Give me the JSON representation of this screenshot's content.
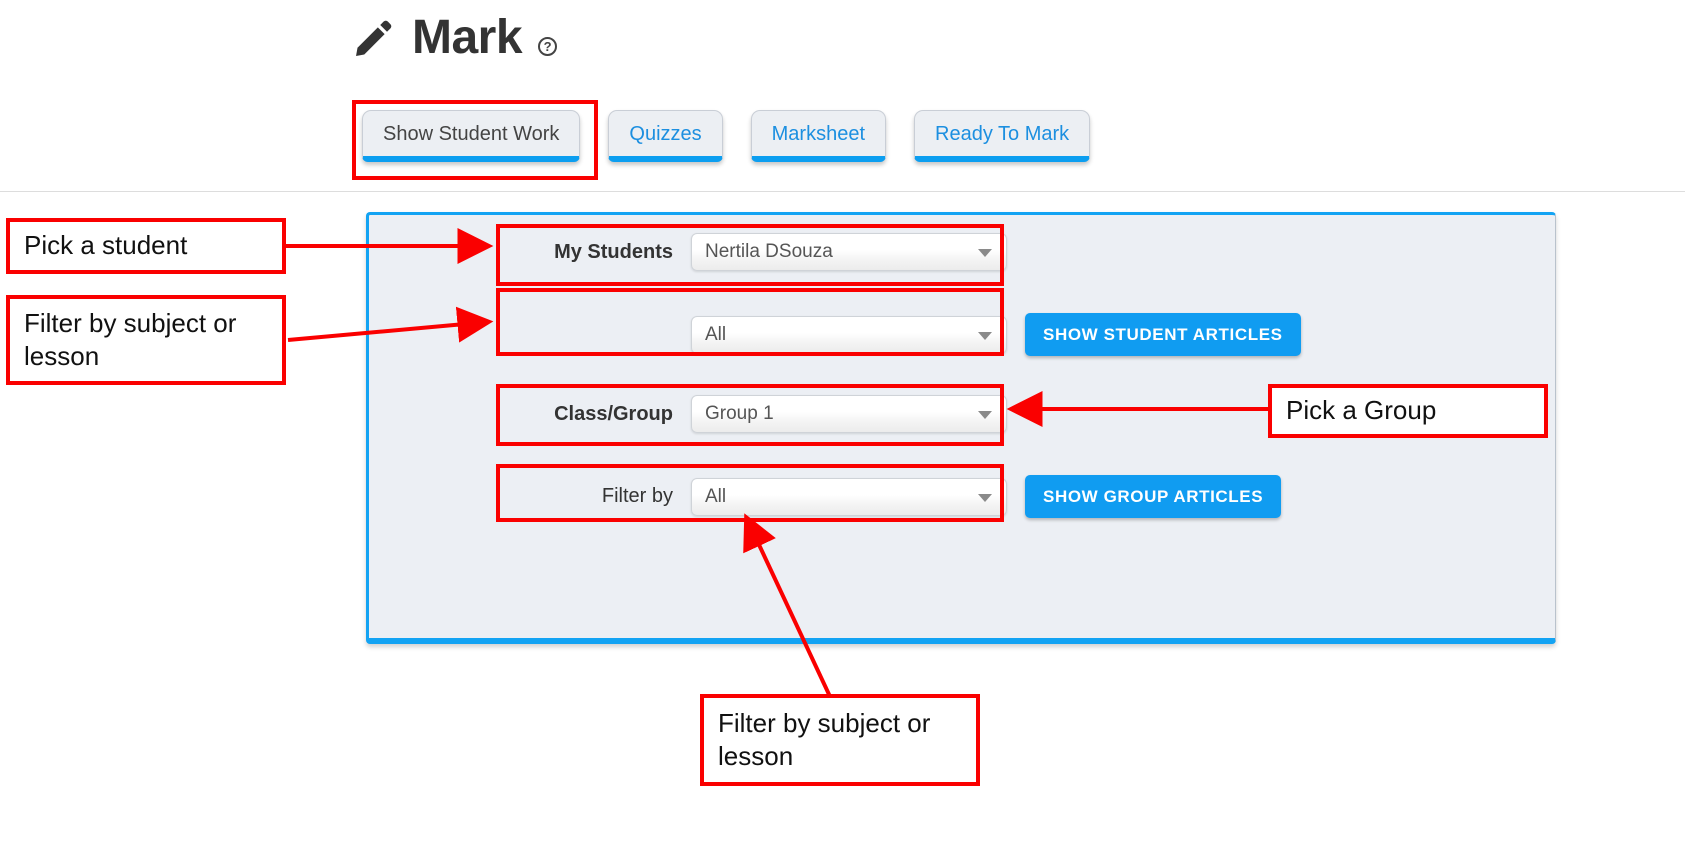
{
  "header": {
    "title": "Mark",
    "pencil_icon": "pencil-icon",
    "help_icon": "?"
  },
  "tabs": [
    {
      "label": "Show Student Work",
      "active": true
    },
    {
      "label": "Quizzes",
      "active": false
    },
    {
      "label": "Marksheet",
      "active": false
    },
    {
      "label": "Ready To Mark",
      "active": false
    }
  ],
  "form": {
    "rows": [
      {
        "label": "My Students",
        "bold": true,
        "value": "Nertila DSouza",
        "button": null
      },
      {
        "label": "",
        "bold": false,
        "value": "All",
        "button": "SHOW STUDENT ARTICLES"
      },
      {
        "label": "Class/Group",
        "bold": true,
        "value": "Group 1",
        "button": null
      },
      {
        "label": "Filter by",
        "bold": false,
        "value": "All",
        "button": "SHOW GROUP ARTICLES"
      }
    ]
  },
  "annotations": [
    {
      "id": "pick-a-student",
      "text": "Pick a student"
    },
    {
      "id": "filter-by-subject-left",
      "text": "Filter by subject or lesson"
    },
    {
      "id": "pick-a-group",
      "text": "Pick a Group"
    },
    {
      "id": "filter-by-subject-bottom",
      "text": "Filter by subject or lesson"
    }
  ],
  "colors": {
    "accent_blue": "#109cf1",
    "tab_underline": "#0c9ef0",
    "annotation_red": "#fa0000",
    "panel_bg": "#eceff4",
    "title_text": "#333333"
  }
}
